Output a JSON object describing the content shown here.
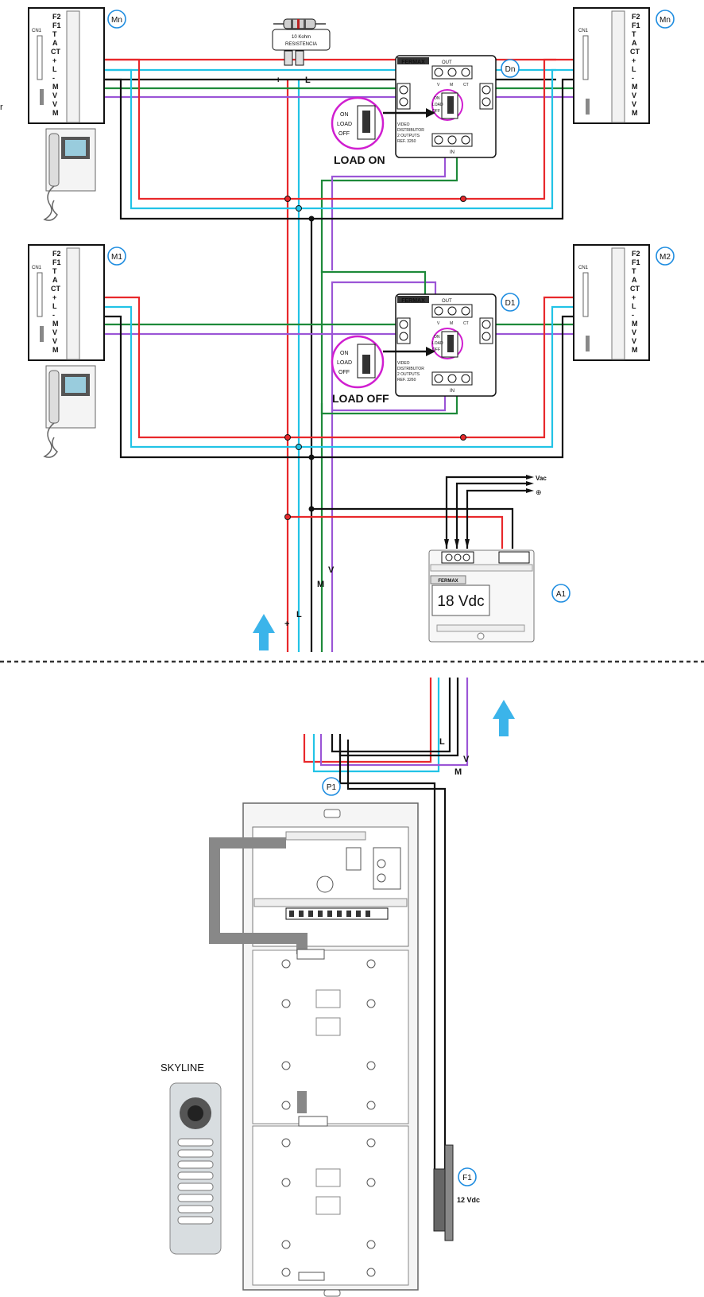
{
  "edge_fragment": "r",
  "resistor": {
    "value": "10 Kohm",
    "label": "RESISTENCIA"
  },
  "wire_labels": {
    "plus": "+",
    "L": "L",
    "M": "M",
    "V": "V"
  },
  "terminal_labels": [
    "F2",
    "F1",
    "T",
    "A",
    "CT",
    "+",
    "L",
    "-",
    "M",
    "V",
    "V",
    "M"
  ],
  "monitor_connector": "CN1",
  "monitors": [
    {
      "id": "Mn"
    },
    {
      "id": "Mn"
    },
    {
      "id": "M1"
    },
    {
      "id": "M2"
    }
  ],
  "distributors": [
    {
      "id": "Dn",
      "brand": "FERMAX",
      "out_label": "OUT",
      "switch_labels": [
        "ON",
        "LOAD",
        "OFF"
      ],
      "load_state": "LOAD ON",
      "desc": [
        "VIDEO",
        "DISTRIBUTOR",
        "2 OUTPUTS",
        "REF. 3260"
      ],
      "in_label": "IN",
      "terminals": [
        "V",
        "M",
        "CT"
      ]
    },
    {
      "id": "D1",
      "brand": "FERMAX",
      "out_label": "OUT",
      "switch_labels": [
        "ON",
        "LOAD",
        "OFF"
      ],
      "load_state": "LOAD OFF",
      "desc": [
        "VIDEO",
        "DISTRIBUTOR",
        "2 OUTPUTS",
        "REF. 3260"
      ],
      "in_label": "IN",
      "terminals": [
        "V",
        "M",
        "CT"
      ]
    }
  ],
  "power_supply": {
    "id": "A1",
    "brand": "FERMAX",
    "voltage": "18 Vdc",
    "outputs": [
      "Vac",
      "⊕"
    ]
  },
  "panel": {
    "id": "P1",
    "name": "SKYLINE"
  },
  "lock": {
    "id": "F1",
    "voltage": "12 Vdc"
  },
  "colors": {
    "red": "#e8282b",
    "cyan": "#22c3e6",
    "green": "#1e8a3a",
    "purple": "#9b55d6",
    "black": "#111111",
    "magenta": "#d01ed0",
    "badge": "#1f8de0",
    "arrow": "#3bb4ea"
  }
}
